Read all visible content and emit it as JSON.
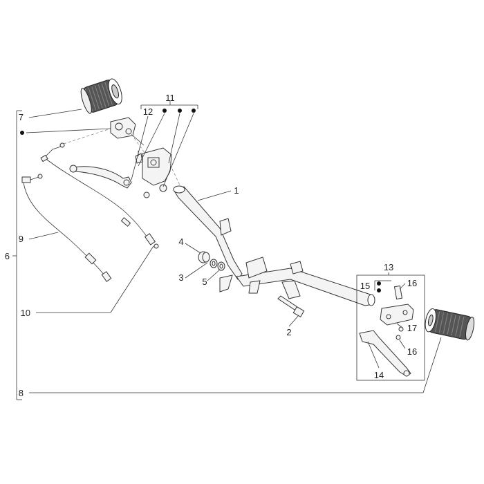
{
  "diagram": {
    "callouts": [
      "1",
      "2",
      "3",
      "4",
      "5",
      "6",
      "7",
      "8",
      "9",
      "10",
      "11",
      "12",
      "13",
      "14",
      "15",
      "16",
      "16",
      "17"
    ]
  },
  "colors": {
    "line": "#333333",
    "part_fill": "#f4f4f4",
    "grip_dark": "#555555"
  }
}
